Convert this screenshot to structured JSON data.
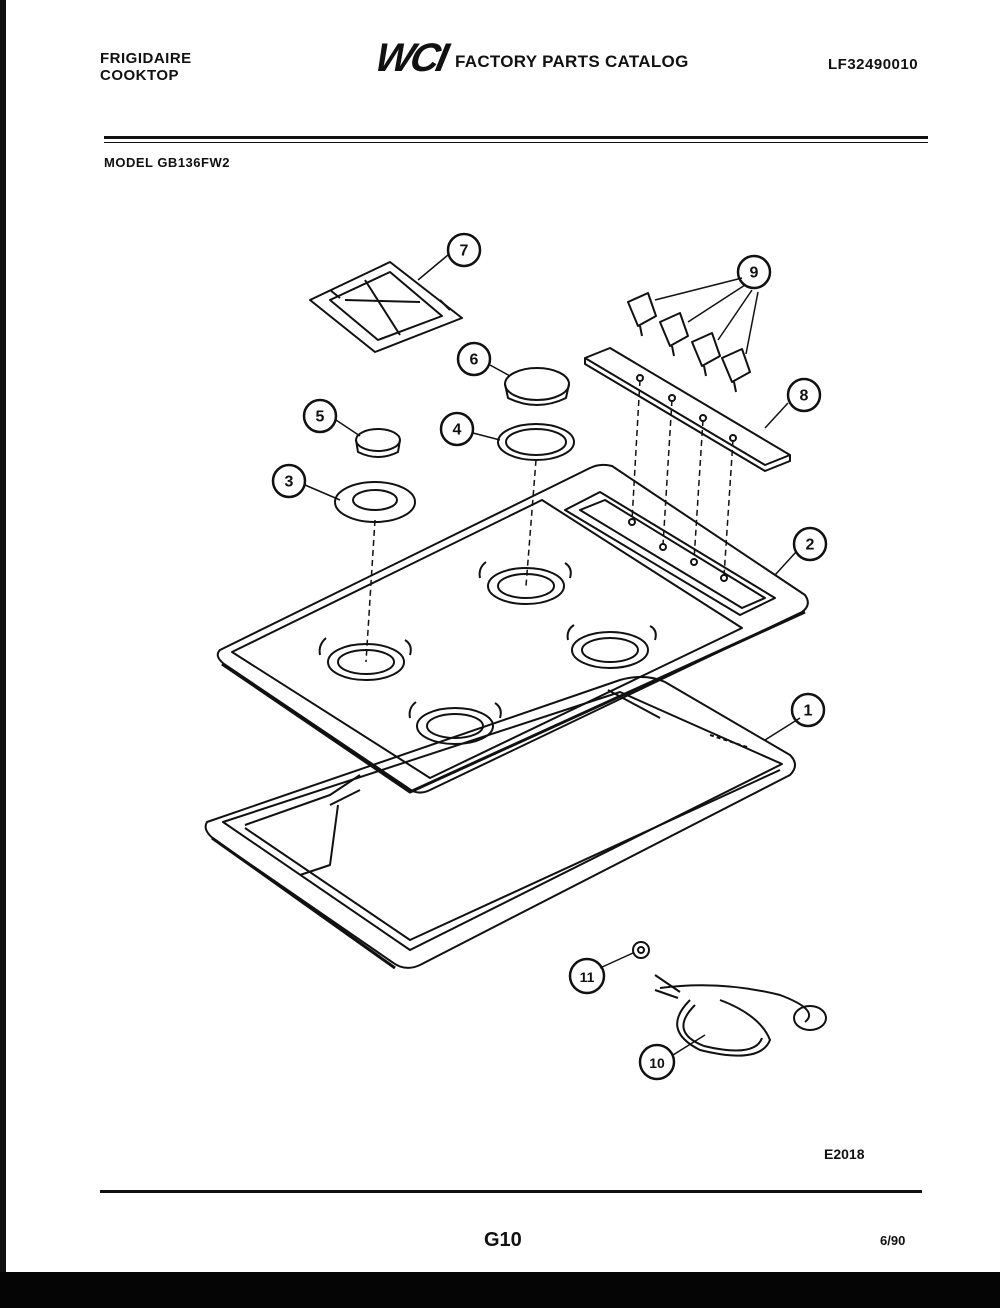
{
  "header": {
    "brand_line1": "FRIGIDAIRE",
    "brand_line2": "COOKTOP",
    "logo": "WCI",
    "catalog_title": "FACTORY PARTS CATALOG",
    "catalog_code": "LF32490010"
  },
  "model_label": "MODEL GB136FW2",
  "callouts": [
    "1",
    "2",
    "3",
    "4",
    "5",
    "6",
    "7",
    "8",
    "9",
    "10",
    "11"
  ],
  "footer": {
    "diagram_code": "E2018",
    "page_number": "G10",
    "date": "6/90"
  }
}
